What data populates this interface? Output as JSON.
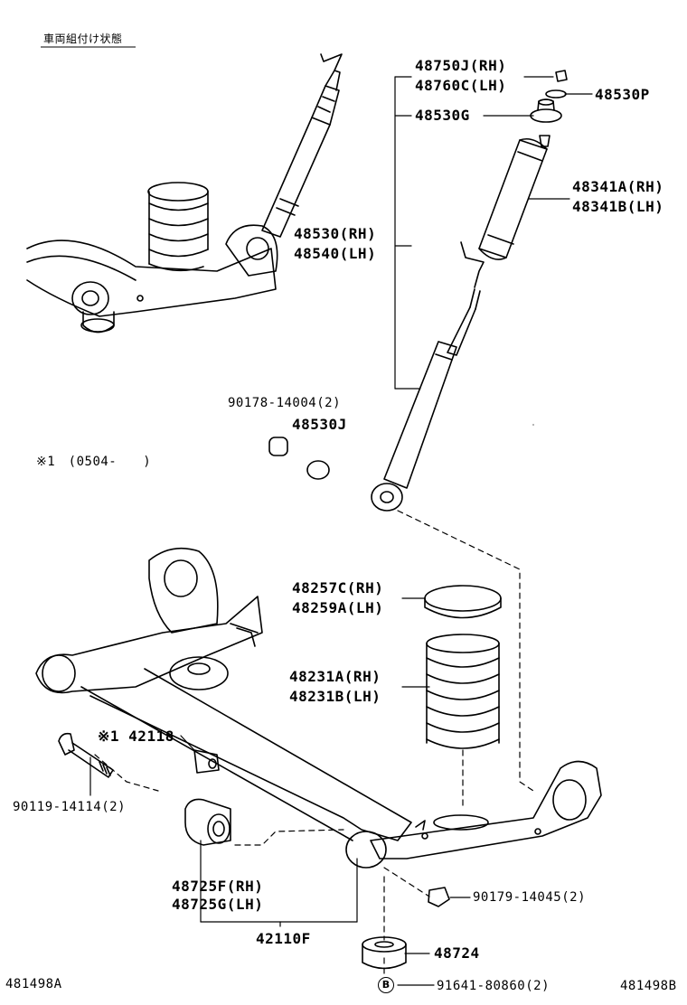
{
  "diagram": {
    "header_note": "車両組付け状態",
    "footnote": "※1　(0504-　　)",
    "ref_left": "481498A",
    "ref_right": "481498B",
    "parts": [
      {
        "id": "p1",
        "lines": [
          "48750J(RH)",
          "48760C(LH)"
        ]
      },
      {
        "id": "p2",
        "lines": [
          "48530P"
        ]
      },
      {
        "id": "p3",
        "lines": [
          "48530G"
        ]
      },
      {
        "id": "p4",
        "lines": [
          "48341A(RH)",
          "48341B(LH)"
        ]
      },
      {
        "id": "p5",
        "lines": [
          "48530(RH)",
          "48540(LH)"
        ]
      },
      {
        "id": "p6",
        "lines": [
          "90178-14004(2)"
        ]
      },
      {
        "id": "p7",
        "lines": [
          "48530J"
        ]
      },
      {
        "id": "p8",
        "lines": [
          "48257C(RH)",
          "48259A(LH)"
        ]
      },
      {
        "id": "p9",
        "lines": [
          "48231A(RH)",
          "48231B(LH)"
        ]
      },
      {
        "id": "p10",
        "lines": [
          "※1 42118"
        ]
      },
      {
        "id": "p11",
        "lines": [
          "90119-14114(2)"
        ]
      },
      {
        "id": "p12",
        "lines": [
          "48725F(RH)",
          "48725G(LH)"
        ]
      },
      {
        "id": "p13",
        "lines": [
          "90179-14045(2)"
        ]
      },
      {
        "id": "p14",
        "lines": [
          "42110F"
        ]
      },
      {
        "id": "p15",
        "lines": [
          "48724"
        ]
      },
      {
        "id": "p16",
        "lines": [
          "91641-80860(2)"
        ]
      }
    ],
    "bolt_marker": "B"
  }
}
